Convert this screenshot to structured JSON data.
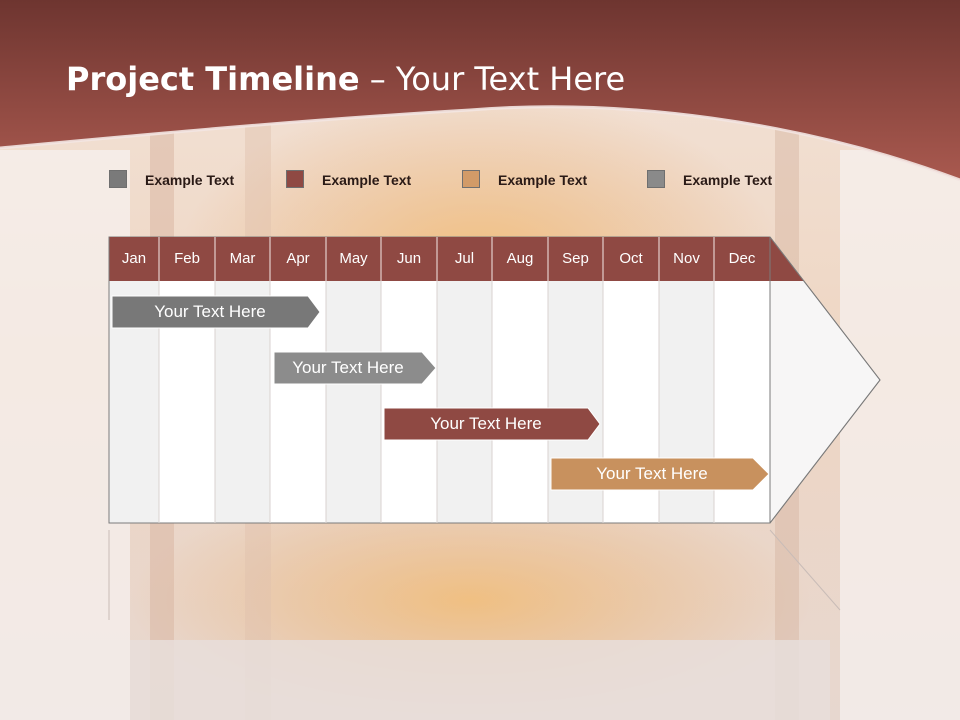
{
  "slide": {
    "title_bold": "Project Timeline",
    "title_rest": " – Your Text Here"
  },
  "colors": {
    "header_band": "#8c4a42",
    "month_bar": "#8f4943",
    "gray": "#7a7a7a",
    "light_gray": "#8a8a8a",
    "brown": "#8f4943",
    "tan": "#c8915e",
    "column_white": "#ffffff",
    "column_light": "#f1f1f1"
  },
  "legend": [
    {
      "label": "Example Text",
      "color": "#7a7a7a"
    },
    {
      "label": "Example Text",
      "color": "#8f4943"
    },
    {
      "label": "Example Text",
      "color": "#d29b68"
    },
    {
      "label": "Example Text",
      "color": "#8a8a8a"
    }
  ],
  "timeline": {
    "months": [
      "Jan",
      "Feb",
      "Mar",
      "Apr",
      "May",
      "Jun",
      "Jul",
      "Aug",
      "Sep",
      "Oct",
      "Nov",
      "Dec"
    ],
    "tasks": [
      {
        "label": "Your  Text Here",
        "color": "#787878"
      },
      {
        "label": "Your  Text Here",
        "color": "#8c8c8c"
      },
      {
        "label": "Your  Text Here",
        "color": "#8f4943"
      },
      {
        "label": "Your  Text Here",
        "color": "#c8915e"
      }
    ]
  }
}
